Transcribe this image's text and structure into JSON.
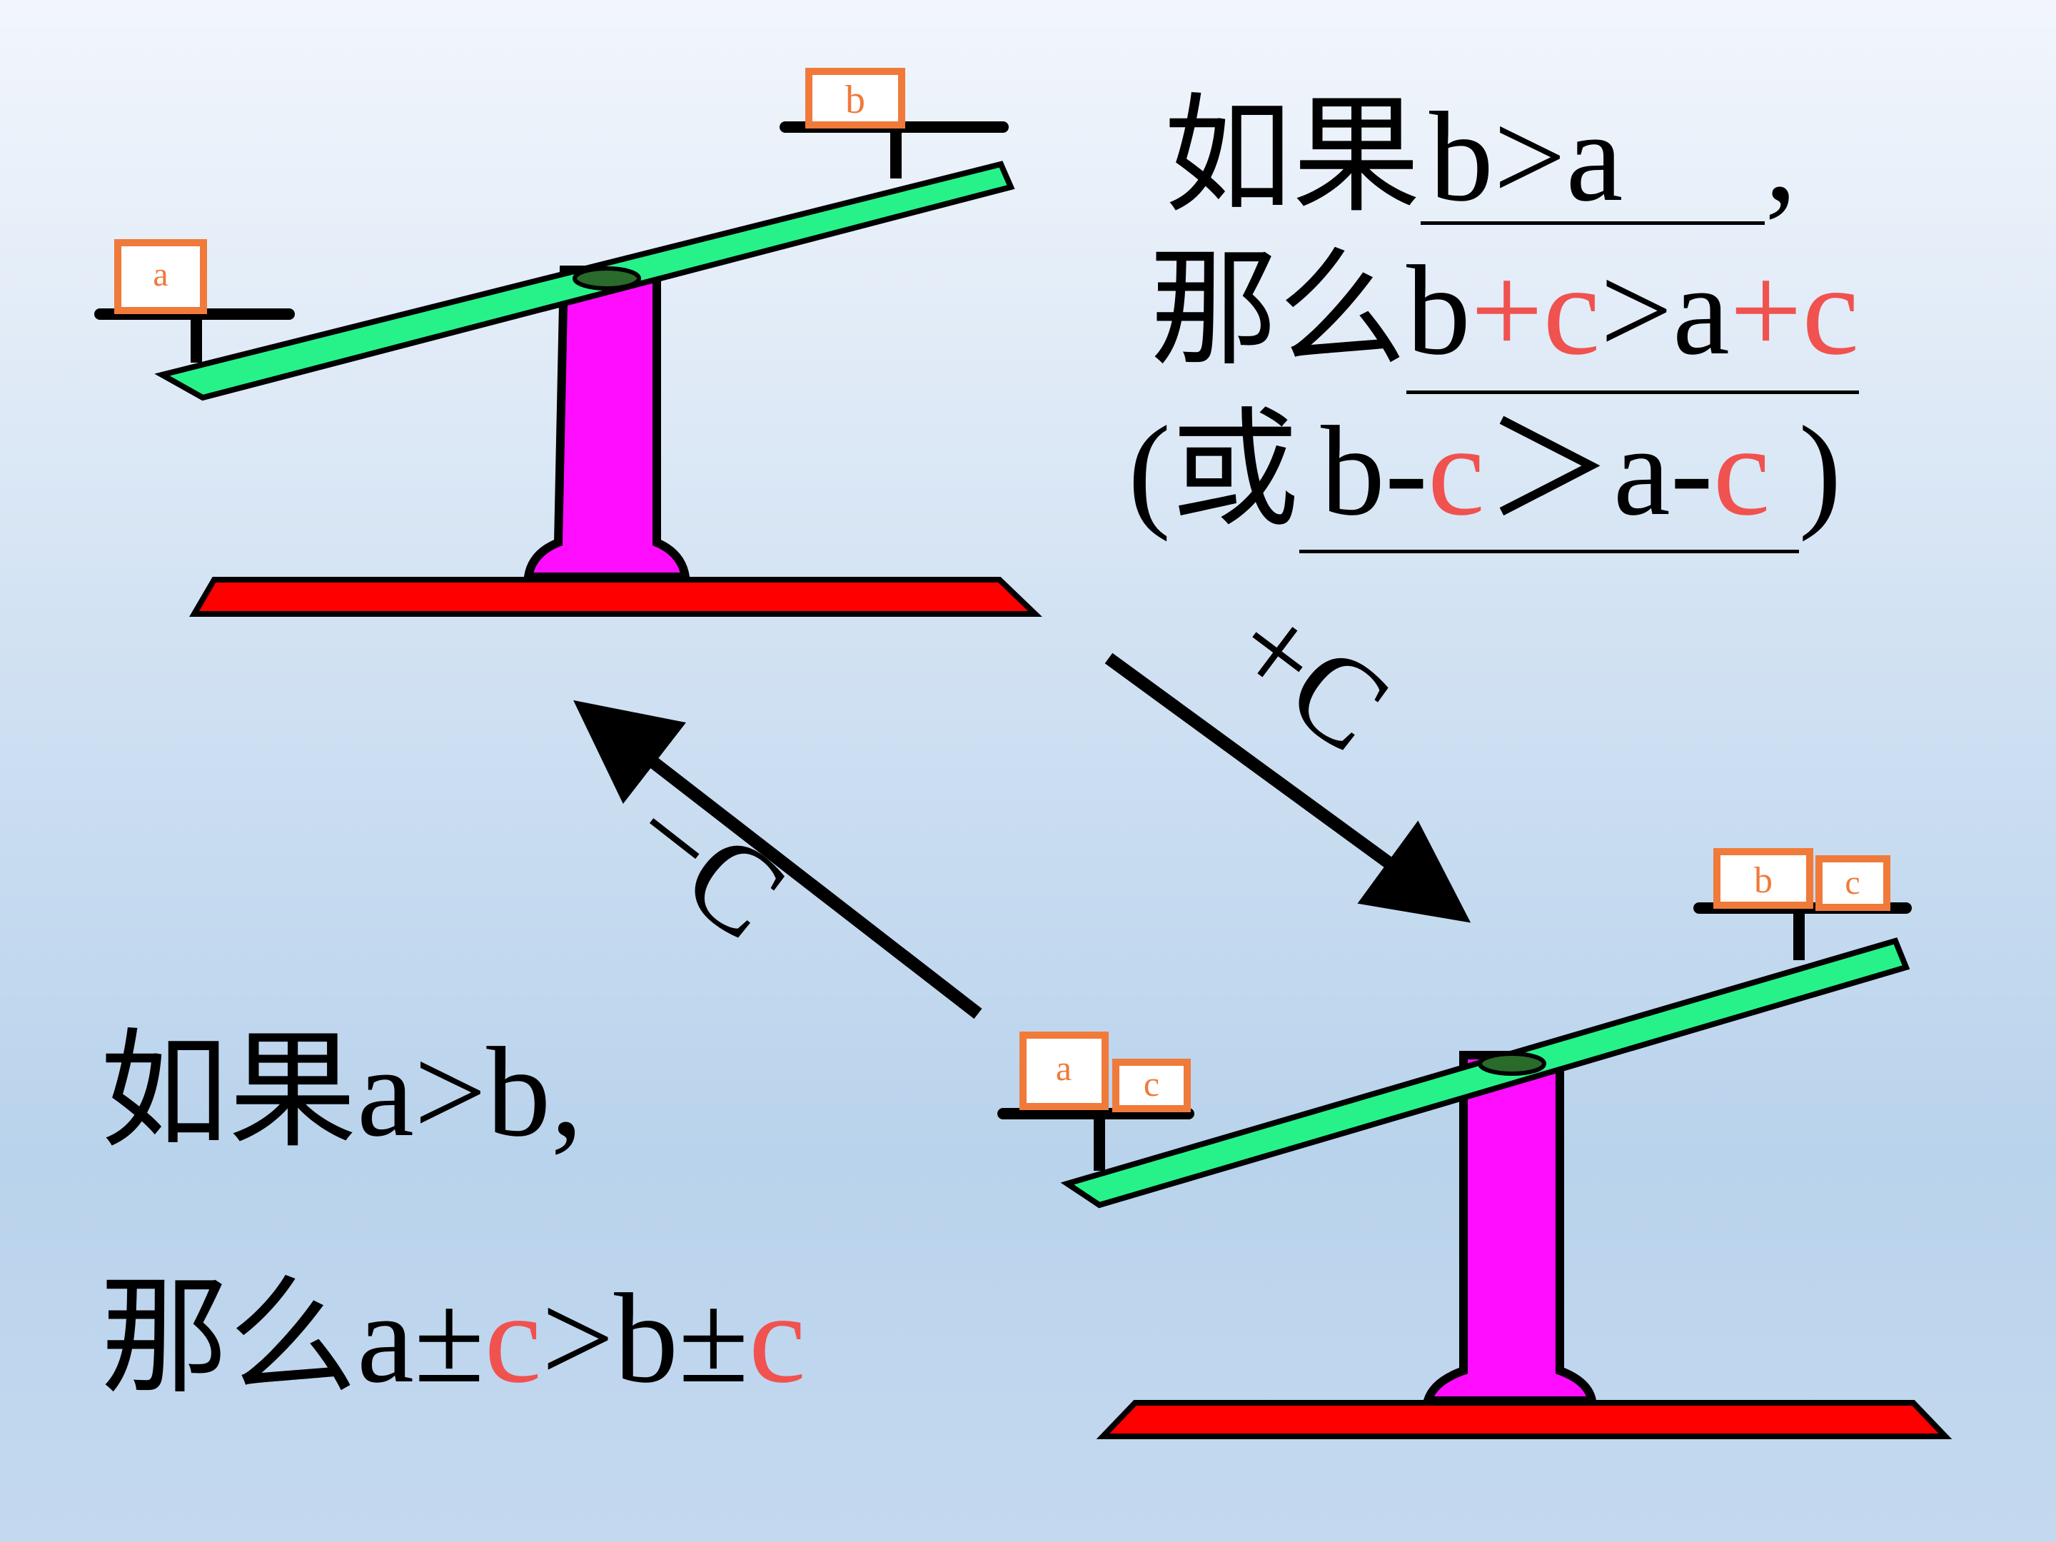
{
  "top_right_text": {
    "line1_prefix": "如果",
    "line1_blank": "b>a",
    "line1_suffix": ",",
    "line2_prefix": "那么",
    "line2_parts": [
      "b",
      "+c",
      ">a",
      "+c"
    ],
    "line3_open": "(或",
    "line3_parts": [
      "b-",
      "c",
      "＞a-",
      "c"
    ],
    "line3_close": ")"
  },
  "bottom_left_text": {
    "line1": "如果a>b,",
    "line2_parts": [
      "那么a±",
      "c",
      ">b±",
      "c"
    ]
  },
  "arrows": {
    "forward_label": "+C",
    "backward_label": "−C"
  },
  "scale_top": {
    "left_box": "a",
    "right_box": "b"
  },
  "scale_bottom": {
    "left_boxes": [
      "a",
      "c"
    ],
    "right_boxes": [
      "b",
      "c"
    ]
  },
  "colors": {
    "beam": "#27f28a",
    "post": "#ff0dff",
    "base": "#ff0000",
    "box_border": "#f07a3a",
    "highlight": "#f0524f"
  }
}
